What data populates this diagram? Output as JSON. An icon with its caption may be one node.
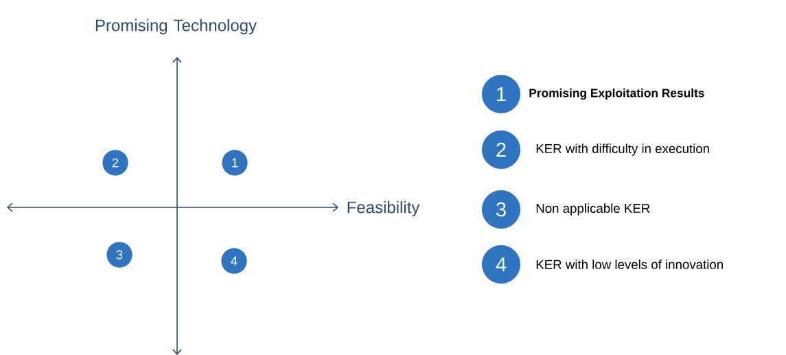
{
  "diagram": {
    "nodes": [
      {
        "text": [
          "1"
        ]
      },
      {
        "text": [
          "2"
        ]
      },
      {
        "text": [
          "3"
        ]
      },
      {
        "text": [
          "4"
        ]
      },
      {
        "text": [
          "1"
        ],
        "beside": [
          "Promising Exploitation Results"
        ]
      },
      {
        "text": [
          "2"
        ],
        "beside": [
          "KER with difficulty in execution"
        ]
      },
      {
        "text": [
          "3"
        ],
        "beside": [
          "Non applicable KER"
        ]
      },
      {
        "text": [
          "4"
        ],
        "beside": [
          "KER with low levels of innovation"
        ]
      }
    ],
    "edges": [],
    "labels": [
      "Promising Technology",
      "Feasibility"
    ]
  }
}
